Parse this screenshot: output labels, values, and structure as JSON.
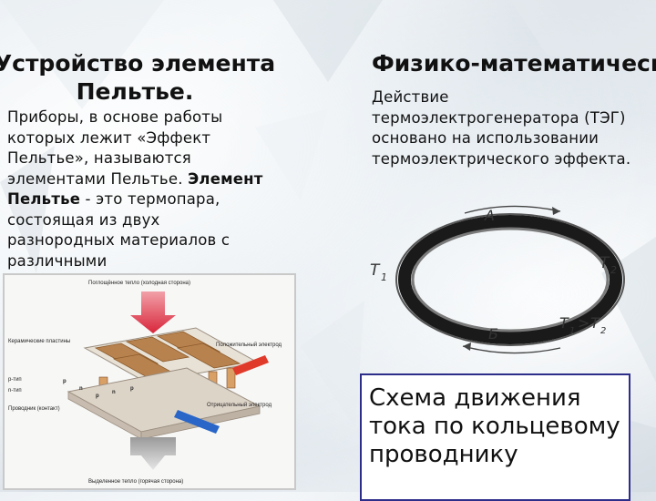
{
  "slide": {
    "title_left": "Устройство элемента Пельтье.",
    "title_right": "Физико-математическая модель.",
    "left_intro": "Приборы, в основе работы которых лежит «Эффект Пельтье», называются элементами Пельтье.",
    "left_term": "Элемент Пельтье",
    "left_definition": " - это термопара, состоящая из двух разнородных материалов с различными",
    "right_text": "Действие термоэлектрогенератора (ТЭГ) основано на использовании термоэлектрического эффекта.",
    "caption": "Схема движения тока по кольцевому проводнику"
  },
  "peltier_diagram": {
    "top_label": "Поглощённое тепло (холодная сторона)",
    "bottom_label": "Выделенное тепло (горячая сторона)",
    "ceramic_label": "Керамические пластины",
    "p_type_label": "p-тип",
    "n_type_label": "n-тип",
    "conductors_label": "Проводник (контакт)",
    "positive_label": "Положительный электрод",
    "negative_label": "Отрицательный электрод",
    "p_mark": "p",
    "n_mark": "n",
    "colors": {
      "hot_arrow": "#d8263a",
      "cold_arrow": "#c4c4c4",
      "positive": "#e03a2a",
      "negative": "#2966c8"
    }
  },
  "ring_diagram": {
    "label_a": "А",
    "label_b": "Б",
    "label_t1": "T",
    "sub_1": "1",
    "label_t2": "T",
    "sub_2": "2",
    "relation": ">"
  }
}
